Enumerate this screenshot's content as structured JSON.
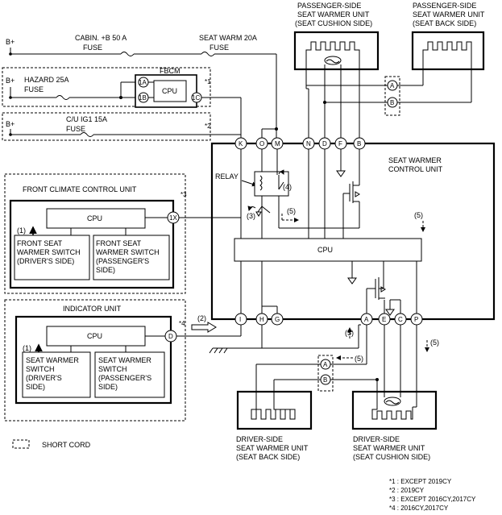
{
  "power": {
    "b_plus_1": "B+",
    "b_plus_2": "B+",
    "b_plus_3": "B+"
  },
  "fuses": {
    "cabin": [
      "CABIN. +B 50 A",
      "FUSE"
    ],
    "seat_warm": [
      "SEAT WARM 20A",
      "FUSE"
    ],
    "hazard": [
      "HAZARD 25A",
      "FUSE"
    ],
    "cu_ig1": [
      "C/U IG1 15A",
      "FUSE"
    ]
  },
  "fbcm": {
    "title": "FBCM",
    "cpu": "CPU",
    "pins": [
      "1A",
      "1B",
      "1C"
    ]
  },
  "notes_marks": {
    "m1": "*1",
    "m2": "*2",
    "m3": "*3",
    "m4": "*4"
  },
  "passenger_cushion": [
    "PASSENGER-SIDE",
    "SEAT WARMER UNIT",
    "(SEAT CUSHION SIDE)"
  ],
  "passenger_back": [
    "PASSENGER-SIDE",
    "SEAT WARMER UNIT",
    "(SEAT BACK SIDE)"
  ],
  "driver_back": [
    "DRIVER-SIDE",
    "SEAT WARMER UNIT",
    "(SEAT BACK SIDE)"
  ],
  "driver_cushion": [
    "DRIVER-SIDE",
    "SEAT WARMER UNIT",
    "(SEAT CUSHION SIDE)"
  ],
  "swcu": {
    "title": [
      "SEAT WARMER",
      "CONTROL UNIT"
    ],
    "relay": "RELAY",
    "cpu": "CPU",
    "top_pins": [
      "K",
      "O",
      "M",
      "N",
      "D",
      "F",
      "B"
    ],
    "bottom_pins": [
      "I",
      "H",
      "G",
      "A",
      "E",
      "C",
      "P"
    ]
  },
  "short_pins": {
    "upper": [
      "A",
      "B"
    ],
    "lower": [
      "A",
      "B"
    ]
  },
  "callouts": {
    "c1": "(1)",
    "c2": "(2)",
    "c3": "(3)",
    "c4": "(4)",
    "c5": "(5)"
  },
  "fccu": {
    "title": "FRONT CLIMATE CONTROL UNIT",
    "cpu": "CPU",
    "pin": "1X",
    "switch_driver": [
      "FRONT SEAT",
      "WARMER SWITCH",
      "(DRIVER'S SIDE)"
    ],
    "switch_passenger": [
      "FRONT SEAT",
      "WARMER SWITCH",
      "(PASSENGER'S",
      "SIDE)"
    ]
  },
  "indicator": {
    "title": "INDICATOR UNIT",
    "cpu": "CPU",
    "pin": "D",
    "switch_driver": [
      "SEAT WARMER",
      "SWITCH",
      "(DRIVER'S",
      "SIDE)"
    ],
    "switch_passenger": [
      "SEAT WARMER",
      "SWITCH",
      "(PASSENGER'S",
      "SIDE)"
    ]
  },
  "legend": {
    "short_cord": "SHORT CORD"
  },
  "footnotes": [
    "*1 : EXCEPT 2019CY",
    "*2 : 2019CY",
    "*3 : EXCEPT 2016CY,2017CY",
    "*4 : 2016CY,2017CY"
  ]
}
